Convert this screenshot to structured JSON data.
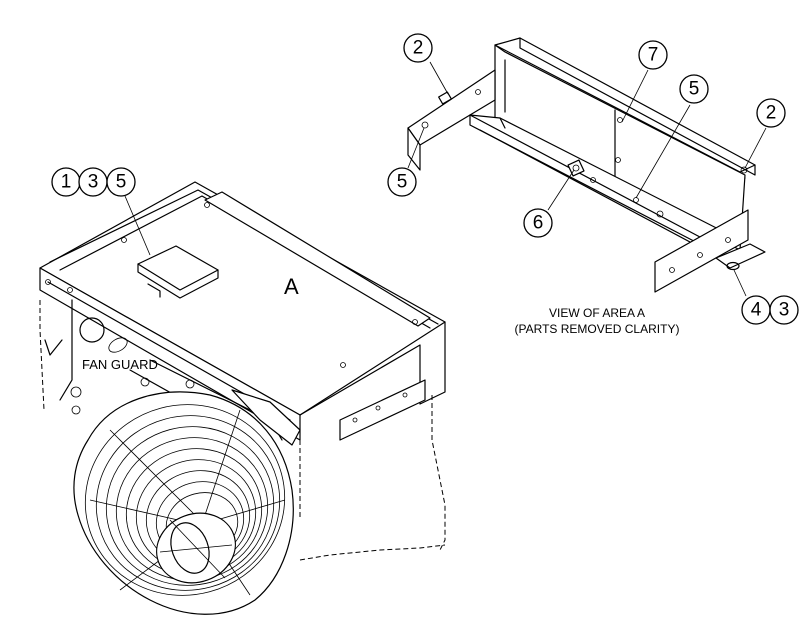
{
  "labels": {
    "area": "A",
    "fan_guard": "FAN GUARD",
    "view_line1": "VIEW OF AREA A",
    "view_line2": "(PARTS REMOVED CLARITY)"
  },
  "callouts": [
    {
      "id": "c1",
      "number": "1"
    },
    {
      "id": "c3a",
      "number": "3"
    },
    {
      "id": "c5a",
      "number": "5"
    },
    {
      "id": "c2a",
      "number": "2"
    },
    {
      "id": "c7",
      "number": "7"
    },
    {
      "id": "c5b",
      "number": "5"
    },
    {
      "id": "c2b",
      "number": "2"
    },
    {
      "id": "c5c",
      "number": "5"
    },
    {
      "id": "c6",
      "number": "6"
    },
    {
      "id": "c4",
      "number": "4"
    },
    {
      "id": "c3b",
      "number": "3"
    }
  ]
}
